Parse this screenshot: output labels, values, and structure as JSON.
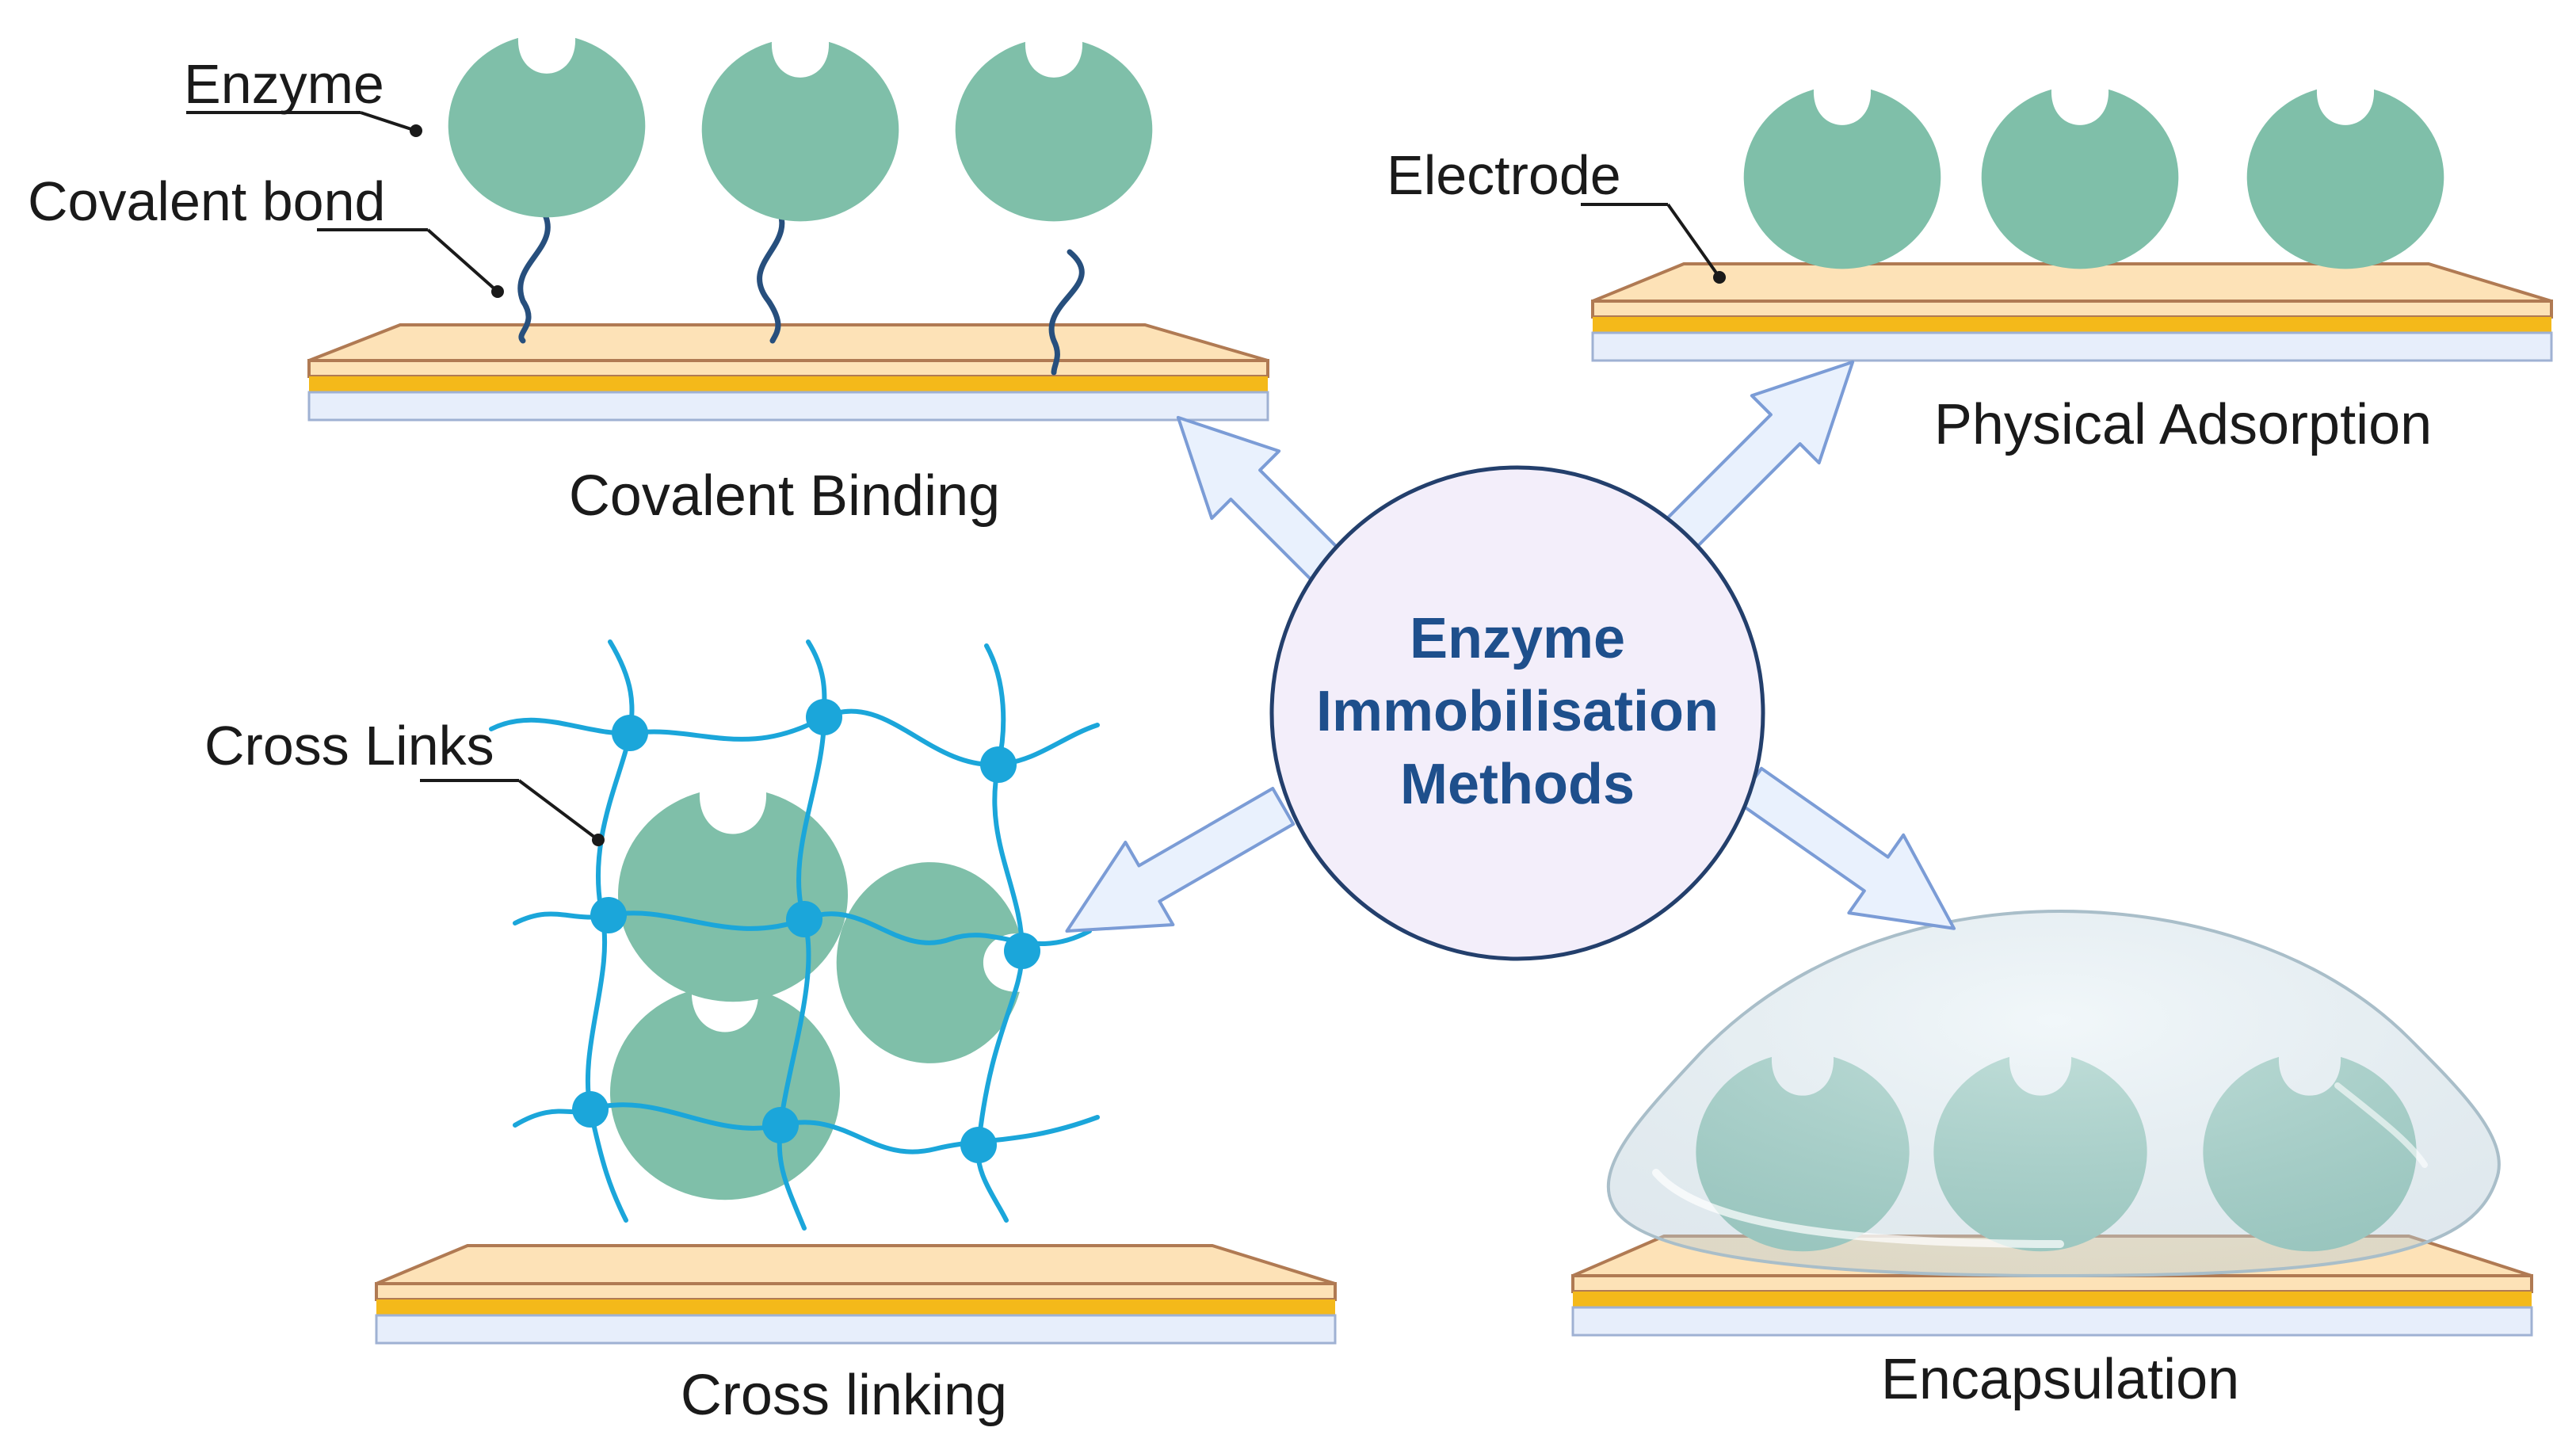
{
  "center": {
    "lines": [
      "Enzyme",
      "Immobilisation",
      "Methods"
    ]
  },
  "panels": {
    "covalent": {
      "caption": "Covalent Binding",
      "label_enzyme": "Enzyme",
      "label_bond": "Covalent bond"
    },
    "adsorption": {
      "caption": "Physical Adsorption",
      "label_electrode": "Electrode"
    },
    "crosslinking": {
      "caption": "Cross linking",
      "label_links": "Cross Links"
    },
    "encapsulation": {
      "caption": "Encapsulation"
    }
  },
  "colors": {
    "enzyme": "#7fbfa9",
    "electrode_top": "#fde2b7",
    "gold": "#f4b91a",
    "base": "#e7eefb",
    "tether": "#274f7d",
    "mesh": "#1ba6da",
    "center_fill": "#f3eefa",
    "center_stroke": "#233f6c",
    "arrow_fill": "#e9f1fd",
    "arrow_stroke": "#7b9cd6"
  }
}
